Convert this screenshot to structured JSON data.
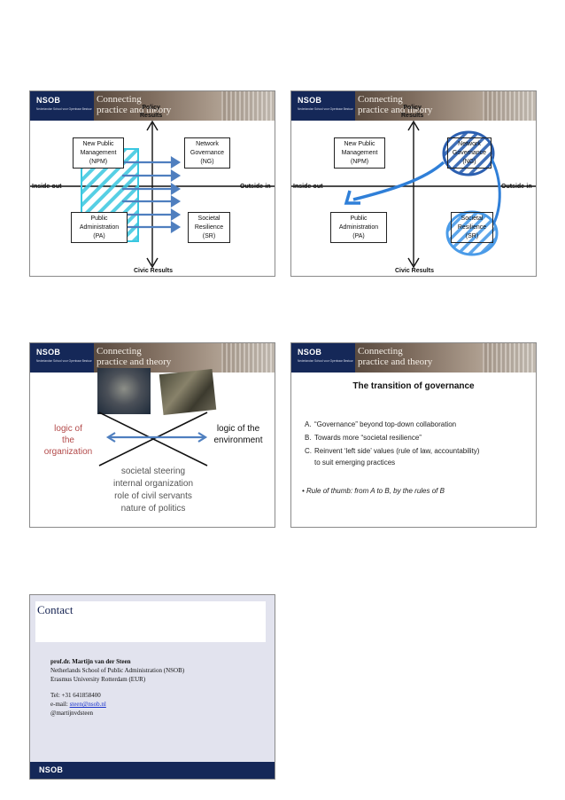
{
  "slides": [
    {
      "logo": "NSOB",
      "logo_subtitle": "Nederlandse School voor Openbaar Bestuur",
      "banner_title_1": "Connecting",
      "banner_title_2": "practice and theory",
      "axis_top_1": "Policy",
      "axis_top_2": "Results",
      "axis_bottom": "Civic Results",
      "axis_left": "Inside-out",
      "axis_right": "Outside-in",
      "quadrants": {
        "npm": [
          "New Public",
          "Management",
          "(NPM)"
        ],
        "ng": [
          "Network",
          "Governance",
          "(NG)"
        ],
        "pa": [
          "Public",
          "Administration",
          "(PA)"
        ],
        "sr": [
          "Societal",
          "Resilience",
          "(SR)"
        ]
      }
    },
    {
      "logo": "NSOB",
      "logo_subtitle": "Nederlandse School voor Openbaar Bestuur",
      "banner_title_1": "Connecting",
      "banner_title_2": "practice and theory",
      "axis_top_1": "Policy",
      "axis_top_2": "Results",
      "axis_bottom": "Civic Results",
      "axis_left": "Inside-out",
      "axis_right": "Outside-in",
      "quadrants": {
        "npm": [
          "New Public",
          "Management",
          "(NPM)"
        ],
        "ng": [
          "Network",
          "Governance",
          "(NG)"
        ],
        "pa": [
          "Public",
          "Administration",
          "(PA)"
        ],
        "sr": [
          "Societal",
          "Resilience",
          "(SR)"
        ]
      }
    },
    {
      "logo": "NSOB",
      "logo_subtitle": "Nederlandse School voor Openbaar Bestuur",
      "banner_title_1": "Connecting",
      "banner_title_2": "practice and theory",
      "left_logic": [
        "logic of",
        "the organization"
      ],
      "right_logic": [
        "logic of the",
        "environment"
      ],
      "bottom_list": [
        "societal steering",
        "internal organization",
        "role of civil servants",
        "nature of politics"
      ]
    },
    {
      "logo": "NSOB",
      "logo_subtitle": "Nederlandse School voor Openbaar Bestuur",
      "banner_title_1": "Connecting",
      "banner_title_2": "practice and theory",
      "title": "The transition of governance",
      "items": [
        {
          "key": "A.",
          "text": "“Governance” beyond top-down collaboration"
        },
        {
          "key": "B.",
          "text": "Towards more “societal resilience”"
        },
        {
          "key": "C.",
          "text": "Reinvent ‘left side’ values (rule of law, accountability)"
        },
        {
          "key": "",
          "text": "to suit emerging practices"
        }
      ],
      "rule": "• Rule of thumb: from A to B, by the rules of B"
    },
    {
      "title": "Contact",
      "name": "prof.dr. Martijn van der Steen",
      "org1": "Netherlands School of Public Administration (NSOB)",
      "org2": "Erasmus University Rotterdam (EUR)",
      "tel": "Tel: +31 641858400",
      "email_label": "e-mail: ",
      "email": "steen@nsob.nl",
      "handle": "@martijnvdsteen",
      "footer_logo": "NSOB"
    }
  ],
  "colors": {
    "navy": "#152858",
    "arrow_blue": "#4f7fbf",
    "hatch_cyan": "#39c7e0",
    "marker_blue": "#2f7fd8",
    "logic_red": "#b34a4a"
  }
}
